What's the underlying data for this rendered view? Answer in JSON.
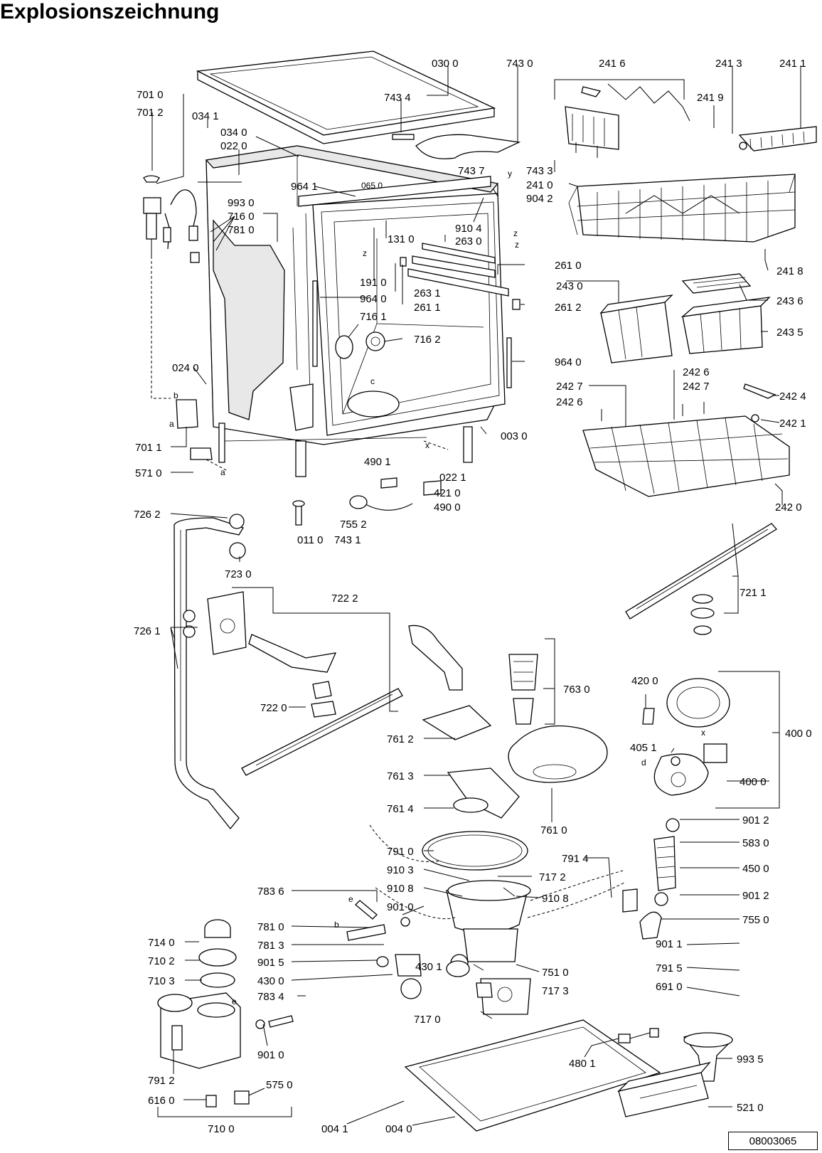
{
  "title": "Explosionszeichnung",
  "doc_number": "08003065",
  "labels": {
    "l0300": "030 0",
    "l7430": "743 0",
    "l2416": "241 6",
    "l2413": "241 3",
    "l2411": "241 1",
    "l7010": "701 0",
    "l7012": "701 2",
    "l0341": "034 1",
    "l7434": "743 4",
    "l0340": "034 0",
    "l0220": "022 0",
    "l2419": "241 9",
    "l7437": "743 7",
    "l7433": "743 3",
    "l0650": "065 0",
    "l2410": "241 0",
    "l9641": "964 1",
    "l9042": "904 2",
    "l9930": "993 0",
    "l7160": "716 0",
    "l7810": "781 0",
    "l9104": "910 4",
    "l1310": "131 0",
    "l2630": "263 0",
    "l2610": "261 0",
    "l2418": "241 8",
    "l1910": "191 0",
    "l9640a": "964 0",
    "l2631": "263 1",
    "l2611": "261 1",
    "l2430": "243 0",
    "l2436": "243 6",
    "l2612": "261 2",
    "l7161": "716 1",
    "l7162": "716 2",
    "l2435": "243 5",
    "l9640b": "964 0",
    "l0240": "024 0",
    "l2426a": "242 6",
    "l2427a": "242 7",
    "l2427b": "242 7",
    "l2426b": "242 6",
    "l2424": "242 4",
    "l2421": "242 1",
    "l0030": "003 0",
    "l7011": "701 1",
    "l5710": "571 0",
    "l4901": "490 1",
    "l0221": "022 1",
    "l4210": "421 0",
    "l4900": "490 0",
    "l2420": "242 0",
    "l7262": "726 2",
    "l7552": "755 2",
    "l0110": "011 0",
    "l7431": "743 1",
    "l7230": "723 0",
    "l7211": "721 1",
    "l7222": "722 2",
    "l7261": "726 1",
    "l7630": "763 0",
    "l4200": "420 0",
    "l7220": "722 0",
    "l4000a": "400 0",
    "l7612": "761 2",
    "l4051": "405 1",
    "l7613": "761 3",
    "l4000b": "400 0",
    "l7614": "761 4",
    "l7610": "761 0",
    "l9012a": "901 2",
    "l5830": "583 0",
    "l4500": "450 0",
    "l7910": "791 0",
    "l7914": "791 4",
    "l9103": "910 3",
    "l7172": "717 2",
    "l9108a": "910 8",
    "l9108b": "910 8",
    "l9012b": "901 2",
    "l7836": "783 6",
    "l9010a": "901 0",
    "l7550": "755 0",
    "l7810b": "781 0",
    "l9011": "901 1",
    "l7140": "714 0",
    "l7813": "781 3",
    "l7915": "791 5",
    "l9015": "901 5",
    "l4301": "430 1",
    "l7510": "751 0",
    "l6910": "691 0",
    "l7102": "710 2",
    "l4300": "430 0",
    "l7173": "717 3",
    "l7103": "710 3",
    "l7834": "783 4",
    "l7170": "717 0",
    "l9010b": "901 0",
    "l4801": "480 1",
    "l9935": "993 5",
    "l7912": "791 2",
    "l5750": "575 0",
    "l6160": "616 0",
    "l5210": "521 0",
    "l0041": "004 1",
    "l0040": "004 0",
    "l7100": "710 0"
  },
  "letters": {
    "b1": "b",
    "a1": "a",
    "a2": "a",
    "c1": "c",
    "x1": "x",
    "x2": "x",
    "z1": "z",
    "z2": "z",
    "z3": "z",
    "y1": "y",
    "d1": "d",
    "e1": "e",
    "e2": "e",
    "b2": "b"
  }
}
